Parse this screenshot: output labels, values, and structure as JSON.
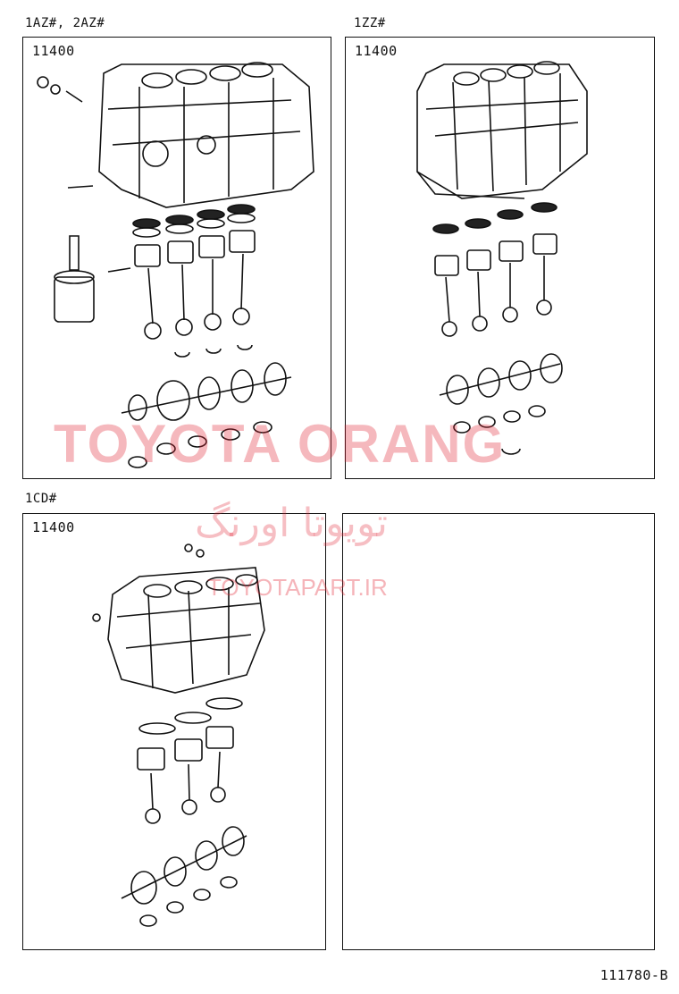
{
  "sections": [
    {
      "engine_label": "1AZ#, 2AZ#",
      "part_number": "11400"
    },
    {
      "engine_label": "1ZZ#",
      "part_number": "11400"
    },
    {
      "engine_label": "1CD#",
      "part_number": "11400"
    }
  ],
  "watermark": {
    "brand": "TOYOTA ORANG",
    "brand_fa": "تویوتا اورنگ",
    "site": "TOYOTAPART.IR"
  },
  "reference": "111780-B",
  "colors": {
    "line": "#111111",
    "watermark": "#e12837"
  }
}
